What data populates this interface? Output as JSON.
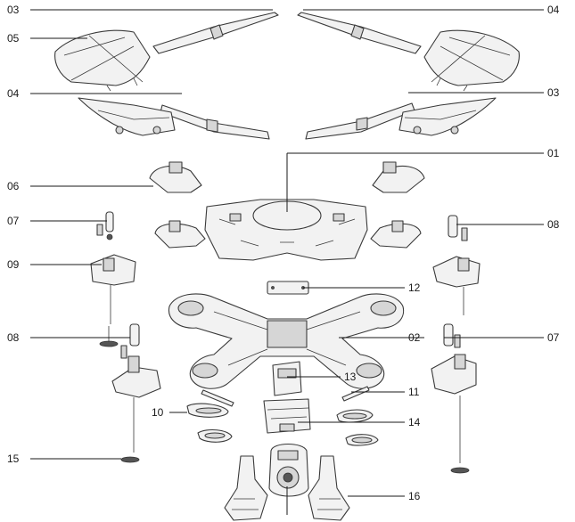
{
  "labels": {
    "l03a": "03",
    "l04a": "04",
    "l05": "05",
    "l04b": "04",
    "l03b": "03",
    "l01": "01",
    "l06": "06",
    "l07a": "07",
    "l08a": "08",
    "l09": "09",
    "l12": "12",
    "l08b": "08",
    "l02": "02",
    "l07b": "07",
    "l13": "13",
    "l11": "11",
    "l10": "10",
    "l14": "14",
    "l15": "15",
    "l16": "16"
  }
}
